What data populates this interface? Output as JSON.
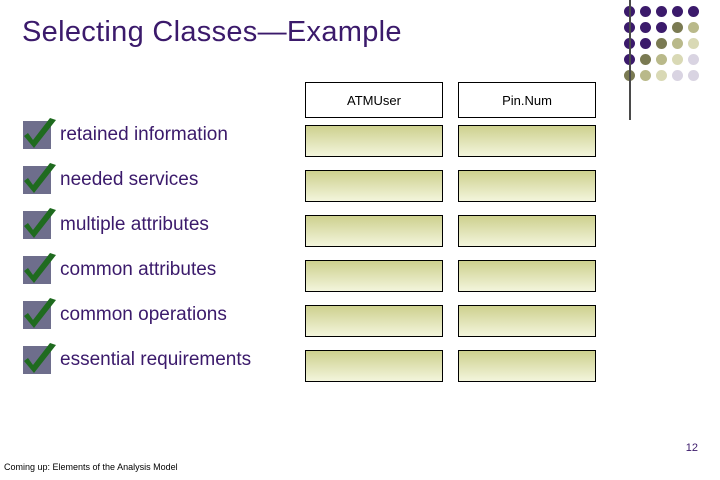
{
  "slide": {
    "title": "Selecting Classes—Example",
    "page_number": "12",
    "footer_note": "Coming up: Elements of the Analysis Model"
  },
  "table": {
    "columns": [
      "ATMUser",
      "Pin.Num"
    ],
    "row_count": 6,
    "cell_gradient_top": "#cdd08e",
    "cell_gradient_bottom": "#f3f5dc"
  },
  "bullets": [
    {
      "label": "retained information",
      "icon": "check-icon",
      "checked": true
    },
    {
      "label": "needed services",
      "icon": "check-icon",
      "checked": true
    },
    {
      "label": "multiple attributes",
      "icon": "check-icon",
      "checked": true
    },
    {
      "label": "common attributes",
      "icon": "check-icon",
      "checked": true
    },
    {
      "label": "common operations",
      "icon": "check-icon",
      "checked": true
    },
    {
      "label": "essential requirements",
      "icon": "check-icon",
      "checked": true
    }
  ],
  "theme": {
    "title_color": "#3b1a6b",
    "bullet_text_color": "#3b1a6b",
    "check_square_color": "#6e6e8c",
    "check_mark_color": "#1f6b1f"
  },
  "dot_grid": {
    "colors": [
      "#3b1a6b",
      "#7a7a52",
      "#b9b98a",
      "#d9d9b5",
      "#d9d4e2"
    ],
    "rows": 5,
    "cols": 5
  }
}
